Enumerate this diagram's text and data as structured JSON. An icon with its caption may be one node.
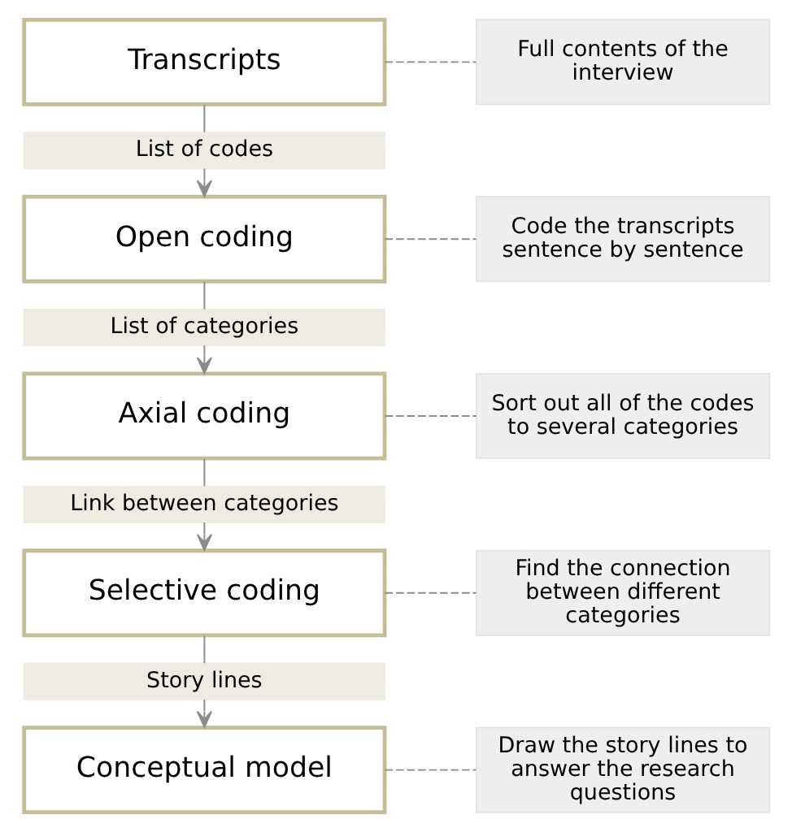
{
  "diagram": {
    "nodes": [
      {
        "text": [
          "Transcripts"
        ]
      },
      {
        "text": [
          "Full contents of the interview"
        ]
      },
      {
        "text": [
          "List of codes"
        ]
      },
      {
        "text": [
          "Open coding"
        ]
      },
      {
        "text": [
          "Code the transcripts sentence by sentence"
        ]
      },
      {
        "text": [
          "List of categories"
        ]
      },
      {
        "text": [
          "Axial coding"
        ]
      },
      {
        "text": [
          "Sort out all of the codes to several categories"
        ]
      },
      {
        "text": [
          "Link between categories"
        ]
      },
      {
        "text": [
          "Selective coding"
        ]
      },
      {
        "text": [
          "Find the connection between different categories"
        ]
      },
      {
        "text": [
          "Story lines"
        ]
      },
      {
        "text": [
          "Conceptual model"
        ]
      },
      {
        "text": [
          "Draw the story lines to answer the research questions"
        ]
      }
    ],
    "edges": [
      {
        "from": 0,
        "to": 1,
        "arrow": "none",
        "style": "dashed"
      },
      {
        "from": 0,
        "to": 2,
        "arrow": "none"
      },
      {
        "from": 2,
        "to": 3,
        "arrow": "to"
      },
      {
        "from": 3,
        "to": 4,
        "arrow": "none",
        "style": "dashed"
      },
      {
        "from": 3,
        "to": 5,
        "arrow": "none"
      },
      {
        "from": 5,
        "to": 6,
        "arrow": "to"
      },
      {
        "from": 6,
        "to": 7,
        "arrow": "none",
        "style": "dashed"
      },
      {
        "from": 6,
        "to": 8,
        "arrow": "none"
      },
      {
        "from": 8,
        "to": 9,
        "arrow": "to"
      },
      {
        "from": 9,
        "to": 10,
        "arrow": "none",
        "style": "dashed"
      },
      {
        "from": 9,
        "to": 11,
        "arrow": "none"
      },
      {
        "from": 11,
        "to": 12,
        "arrow": "to"
      },
      {
        "from": 12,
        "to": 13,
        "arrow": "none",
        "style": "dashed"
      }
    ]
  }
}
